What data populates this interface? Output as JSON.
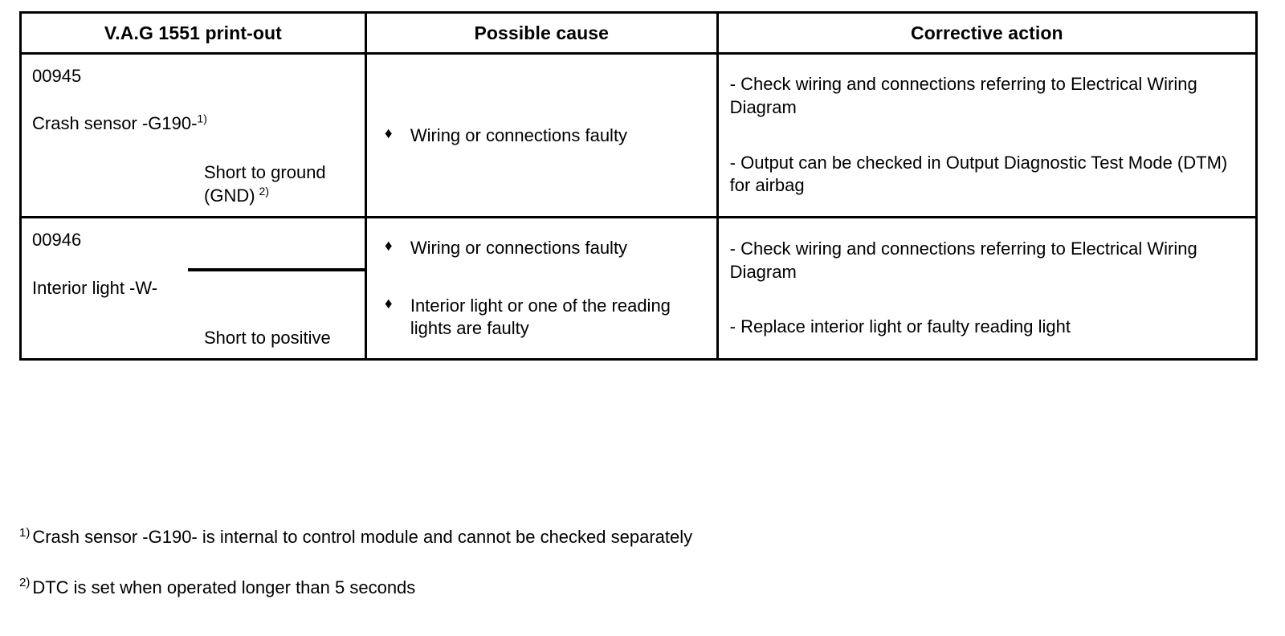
{
  "document": {
    "type": "fault-code-table",
    "table": {
      "columns": [
        {
          "id": "printout",
          "header": "V.A.G 1551 print-out"
        },
        {
          "id": "cause",
          "header": "Possible cause"
        },
        {
          "id": "action",
          "header": "Corrective action"
        }
      ],
      "rows": [
        {
          "code": "00945",
          "component": "Crash sensor -G190-",
          "component_footnote": "1)",
          "condition_lines": [
            "Short to ground",
            "(GND)"
          ],
          "condition_footnote": "2)",
          "causes": [
            {
              "bullet": "diamond-bullet",
              "text": "Wiring or connections faulty"
            }
          ],
          "actions": [
            "- Check wiring and connections referring to Electrical Wiring Diagram",
            "- Output can be checked in Output Diagnostic Test Mode (DTM) for airbag"
          ]
        },
        {
          "code": "00946",
          "component": "Interior light -W-",
          "component_footnote": "",
          "condition_lines": [
            "Short to positive"
          ],
          "condition_footnote": "",
          "causes": [
            {
              "bullet": "diamond-bullet",
              "text": "Wiring or connections faulty"
            },
            {
              "bullet": "diamond-bullet",
              "text": "Interior light or one of the reading lights are faulty"
            }
          ],
          "actions": [
            "- Check wiring and connections referring to Electrical Wiring Diagram",
            "- Replace interior light or faulty reading light"
          ]
        }
      ]
    },
    "footnotes": [
      {
        "marker": "1)",
        "text": "Crash sensor -G190- is internal to control module and cannot be checked separately"
      },
      {
        "marker": "2)",
        "text": "DTC is set when operated longer than 5 seconds"
      }
    ],
    "glyphs": {
      "diamond_bullet": "♦"
    },
    "colors": {
      "text": "#000000",
      "background": "#ffffff",
      "border": "#000000"
    }
  }
}
